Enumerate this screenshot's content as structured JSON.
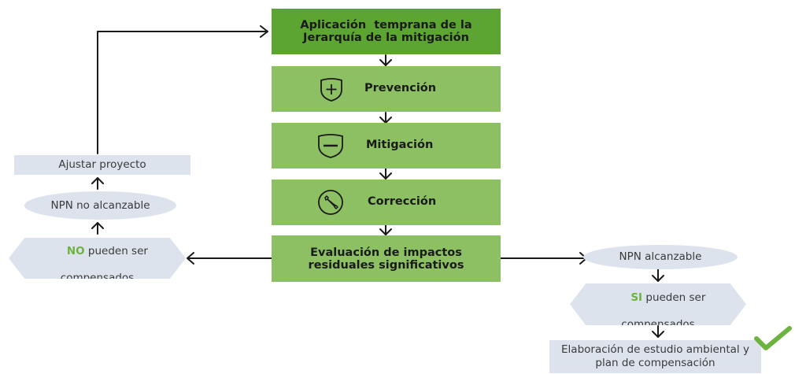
{
  "flow": {
    "early_application": {
      "line1": "Aplicación  temprana de la",
      "line2": "Jerarquía de la mitigación"
    },
    "prevention": "Prevención",
    "mitigation": "Mitigación",
    "correction": "Corrección",
    "evaluation": {
      "line1": "Evaluación de impactos",
      "line2": "residuales significativos"
    }
  },
  "left_branch": {
    "adjust": "Ajustar proyecto",
    "npn_not_reachable": "NPN no alcanzable",
    "no_word": "NO",
    "no_rest_line1": " pueden ser",
    "no_line2": "compensados"
  },
  "right_branch": {
    "npn_reachable": "NPN alcanzable",
    "si_word": "SI",
    "si_rest_line1": " pueden ser",
    "si_line2": "compensados",
    "final_line1": "Elaboración de estudio ambiental y",
    "final_line2": "plan de compensación"
  },
  "colors": {
    "green_dark": "#5ca532",
    "green_light": "#8cc063",
    "grey_fill": "#dde3ec",
    "accent_green": "#6db33f"
  },
  "icons": [
    "shield-plus-icon",
    "shield-minus-icon",
    "wrench-icon",
    "checkmark-icon"
  ]
}
